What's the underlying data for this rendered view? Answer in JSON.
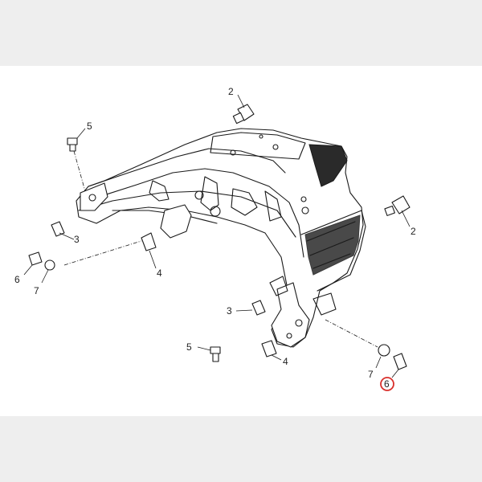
{
  "callouts": [
    {
      "id": "c2-top",
      "label": "2"
    },
    {
      "id": "c2-right",
      "label": "2"
    },
    {
      "id": "c5-top",
      "label": "5"
    },
    {
      "id": "c5-bottom",
      "label": "5"
    },
    {
      "id": "c3-left",
      "label": "3"
    },
    {
      "id": "c3-right",
      "label": "3"
    },
    {
      "id": "c4-left",
      "label": "4"
    },
    {
      "id": "c4-right",
      "label": "4"
    },
    {
      "id": "c6-left",
      "label": "6"
    },
    {
      "id": "c6-right",
      "label": "6"
    },
    {
      "id": "c7-left",
      "label": "7"
    },
    {
      "id": "c7-right",
      "label": "7"
    }
  ],
  "highlight": {
    "callout": "c6-right",
    "color": "#d9302c"
  },
  "colors": {
    "background": "#eeeeee",
    "panel": "#ffffff",
    "ink": "#1a1a1a"
  }
}
